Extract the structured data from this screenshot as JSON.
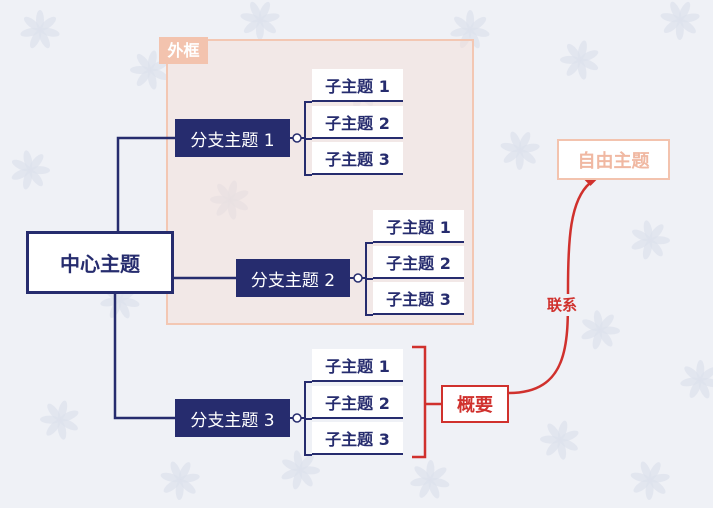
{
  "boundary": {
    "label": "外框"
  },
  "central": {
    "label": "中心主题"
  },
  "branches": [
    {
      "label": "分支主题 1",
      "children": [
        "子主题 1",
        "子主题 2",
        "子主题 3"
      ]
    },
    {
      "label": "分支主题 2",
      "children": [
        "子主题 1",
        "子主题 2",
        "子主题 3"
      ]
    },
    {
      "label": "分支主题 3",
      "children": [
        "子主题 1",
        "子主题 2",
        "子主题 3"
      ]
    }
  ],
  "summary": {
    "label": "概要"
  },
  "floating": {
    "label": "自由主题"
  },
  "relationship": {
    "label": "联系"
  },
  "colors": {
    "theme_navy": "#262c6e",
    "accent_red": "#d0312d",
    "boundary_peach": "#f3c3ae",
    "background": "#eff1f6"
  }
}
